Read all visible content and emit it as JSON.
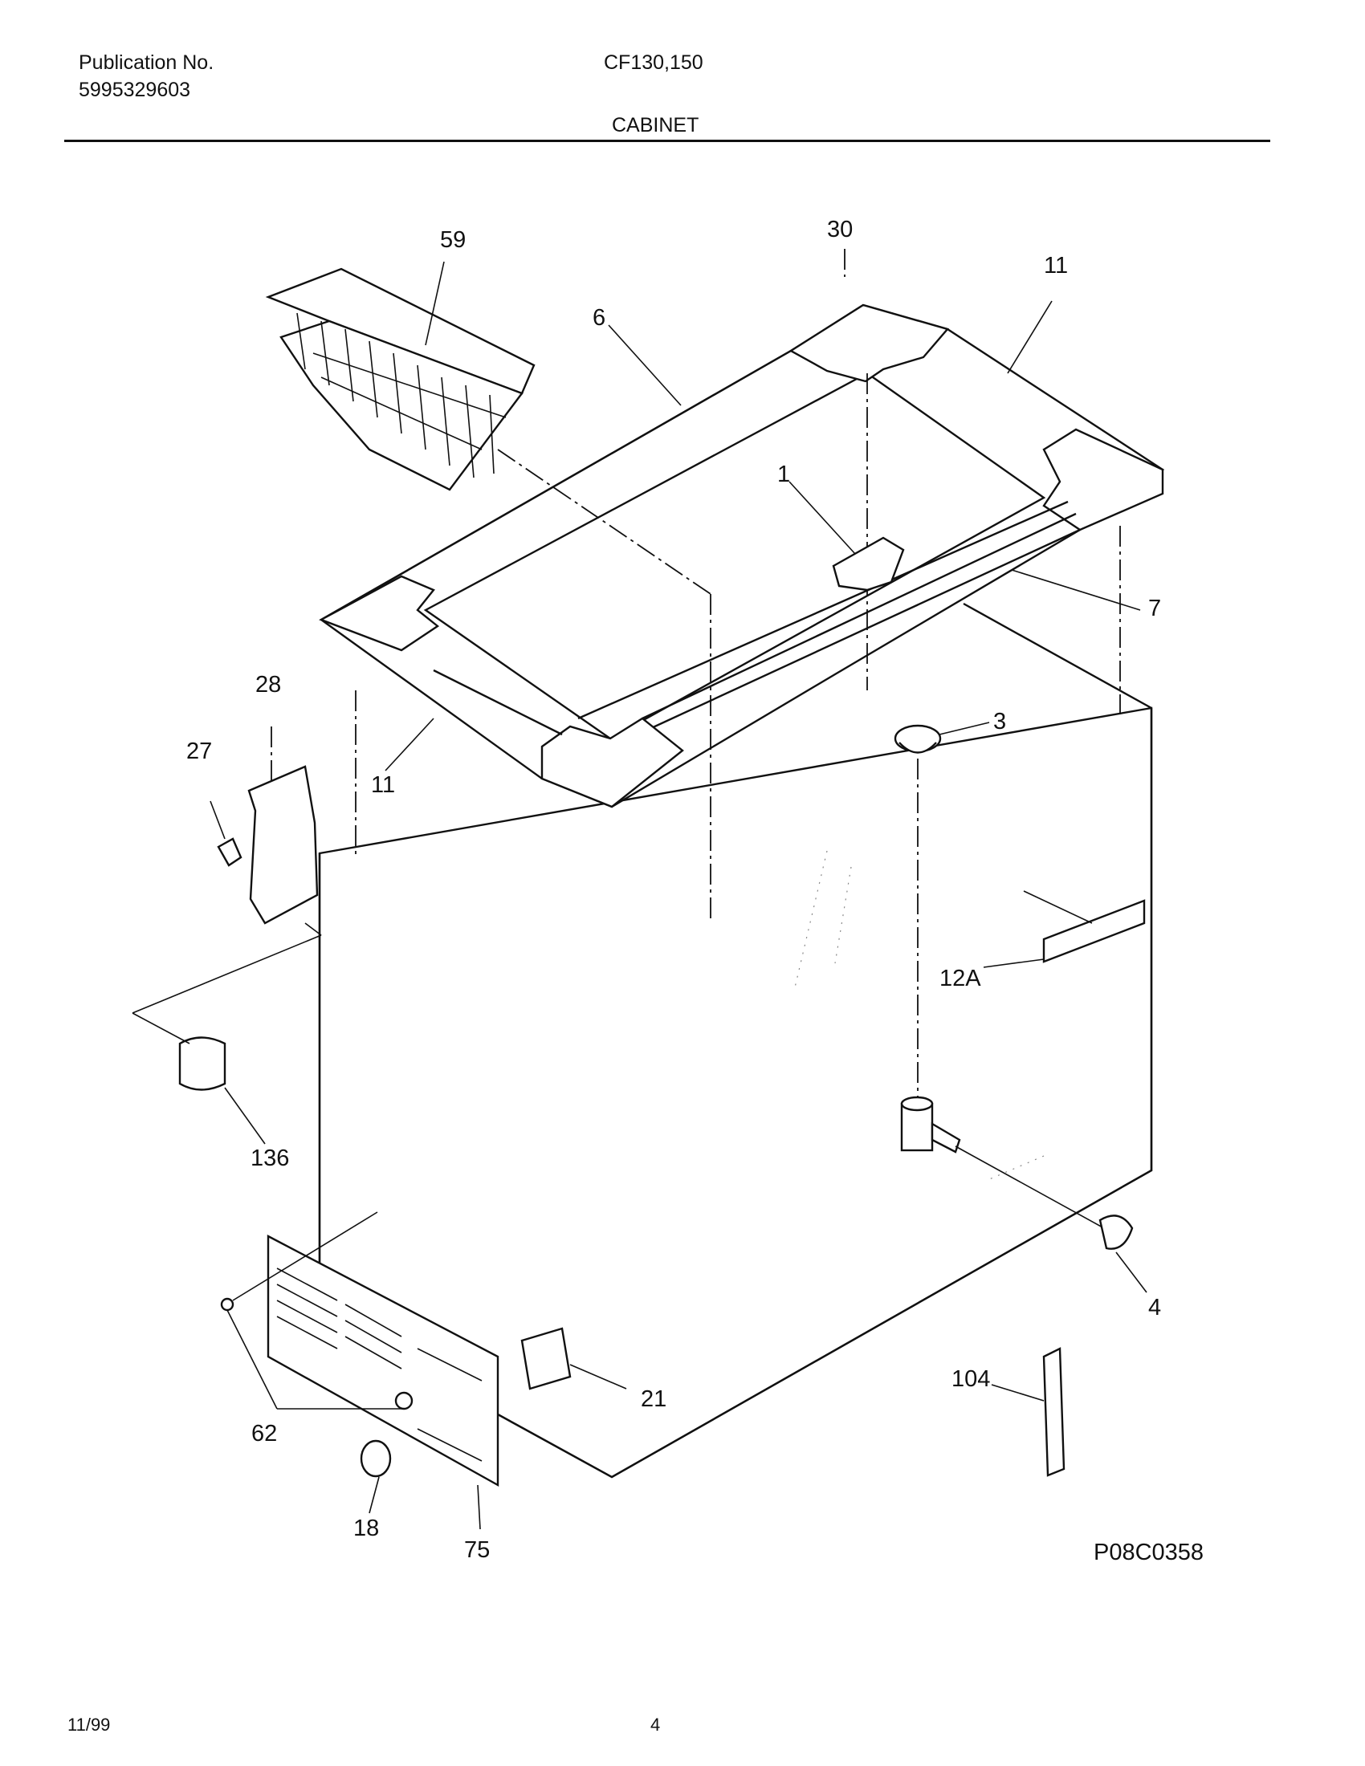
{
  "header": {
    "publication_label": "Publication No.",
    "publication_number": "5995329603",
    "model": "CF130,150",
    "section_title": "CABINET"
  },
  "diagram": {
    "drawing_code": "P08C0358",
    "callouts": {
      "c59": "59",
      "c30": "30",
      "c11_top": "11",
      "c6": "6",
      "c1": "1",
      "c7": "7",
      "c28": "28",
      "c27": "27",
      "c11_left": "11",
      "c3": "3",
      "c12a": "12A",
      "c136": "136",
      "c4": "4",
      "c104": "104",
      "c21": "21",
      "c62": "62",
      "c18": "18",
      "c75": "75"
    }
  },
  "footer": {
    "date": "11/99",
    "page_number": "4"
  }
}
